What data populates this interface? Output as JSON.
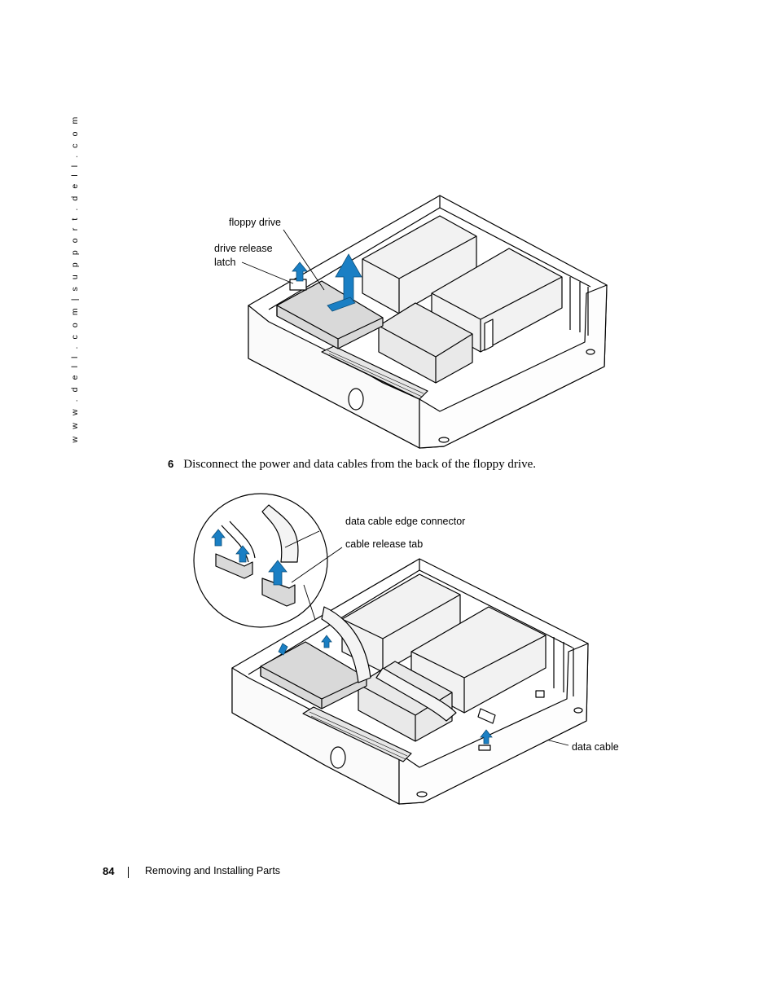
{
  "side_url": "w w w . d e l l . c o m   |   s u p p o r t . d e l l . c o m",
  "figure1": {
    "labels": {
      "floppy_drive": "floppy drive",
      "drive_release_line1": "drive release",
      "drive_release_line2": "latch"
    }
  },
  "step": {
    "number": "6",
    "text": "Disconnect the power and data cables from the back of the floppy drive."
  },
  "figure2": {
    "labels": {
      "edge_connector": "data cable edge connector",
      "release_tab": "cable release tab",
      "data_cable": "data cable"
    }
  },
  "footer": {
    "page_number": "84",
    "section_title": "Removing and Installing Parts"
  },
  "colors": {
    "arrow_blue": "#1a7fc4",
    "line": "#000000",
    "fill_gray": "#d9d9d9",
    "fill_light": "#f2f2f2"
  }
}
